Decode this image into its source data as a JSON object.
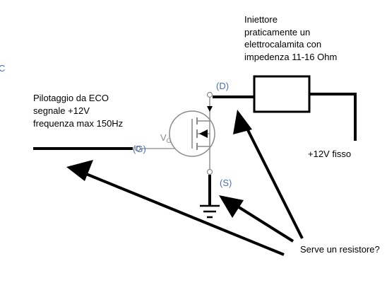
{
  "labels": {
    "injector": [
      "Iniettore",
      "praticamente un",
      "elettrocalamita con",
      "impedenza 11-16 Ohm"
    ],
    "drive": [
      "Pilotaggio da ECO",
      "segnale +12V",
      "frequenza max 150Hz"
    ],
    "supply": "+12V fisso",
    "question": "Serve un resistore?",
    "edge_mark": "C"
  },
  "pins": {
    "drain": "(D)",
    "gate": "(G)",
    "source": "(S)",
    "vg_main": "V",
    "vg_sub": "G"
  },
  "colors": {
    "line": "#000000",
    "pin_label": "#4a6fb5",
    "component_gray": "#8a8a8a"
  }
}
